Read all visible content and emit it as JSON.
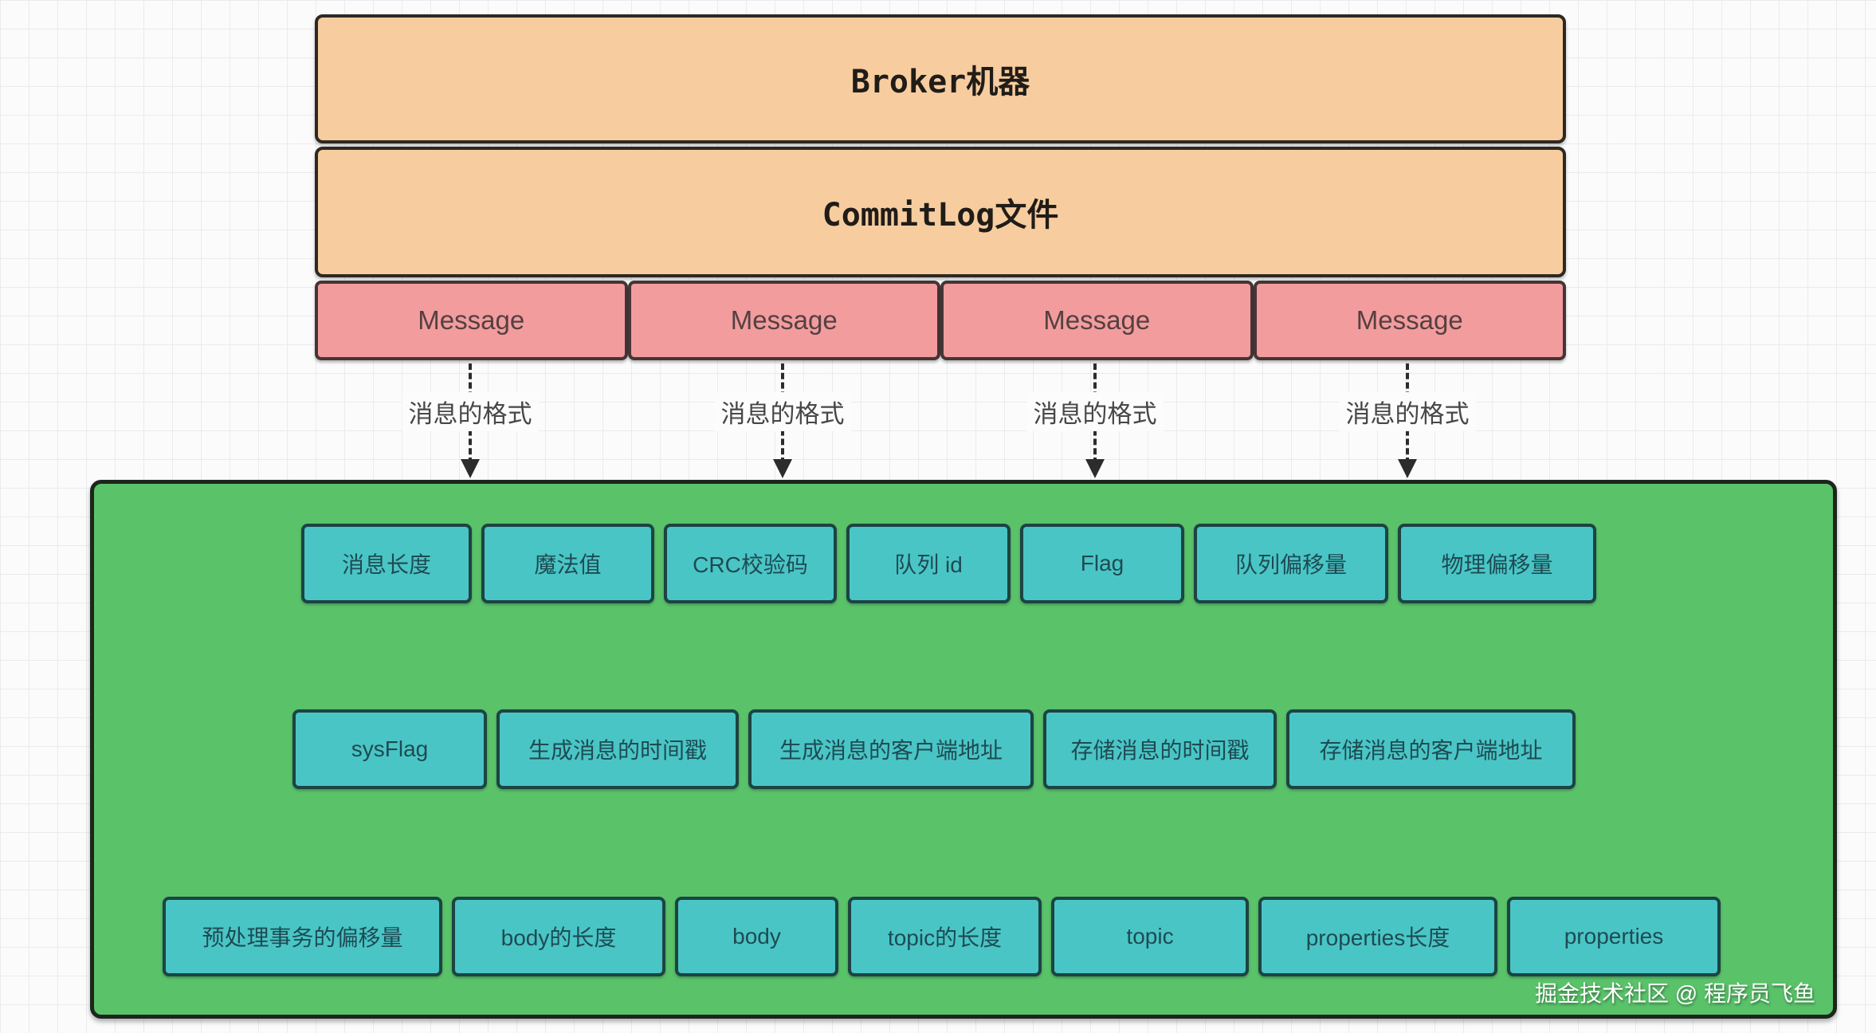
{
  "broker": {
    "label": "Broker机器"
  },
  "commitlog": {
    "label": "CommitLog文件"
  },
  "messages": [
    "Message",
    "Message",
    "Message",
    "Message"
  ],
  "arrows": {
    "label": "消息的格式"
  },
  "format": {
    "row1": [
      "消息长度",
      "魔法值",
      "CRC校验码",
      "队列 id",
      "Flag",
      "队列偏移量",
      "物理偏移量"
    ],
    "row2": [
      "sysFlag",
      "生成消息的时间戳",
      "生成消息的客户端地址",
      "存储消息的时间戳",
      "存储消息的客户端地址"
    ],
    "row3": [
      "预处理事务的偏移量",
      "body的长度",
      "body",
      "topic的长度",
      "topic",
      "properties长度",
      "properties"
    ]
  },
  "watermark": {
    "text": "掘金技术社区 @ 程序员飞鱼"
  },
  "colors": {
    "broker_fill": "#f7cd9f",
    "message_fill": "#f29c9e",
    "panel_fill": "#5ac36a",
    "field_fill": "#4ac5c6",
    "field_border": "#1d4343",
    "field_text": "#1d4b52",
    "arrow_color": "#2c2c2c"
  }
}
